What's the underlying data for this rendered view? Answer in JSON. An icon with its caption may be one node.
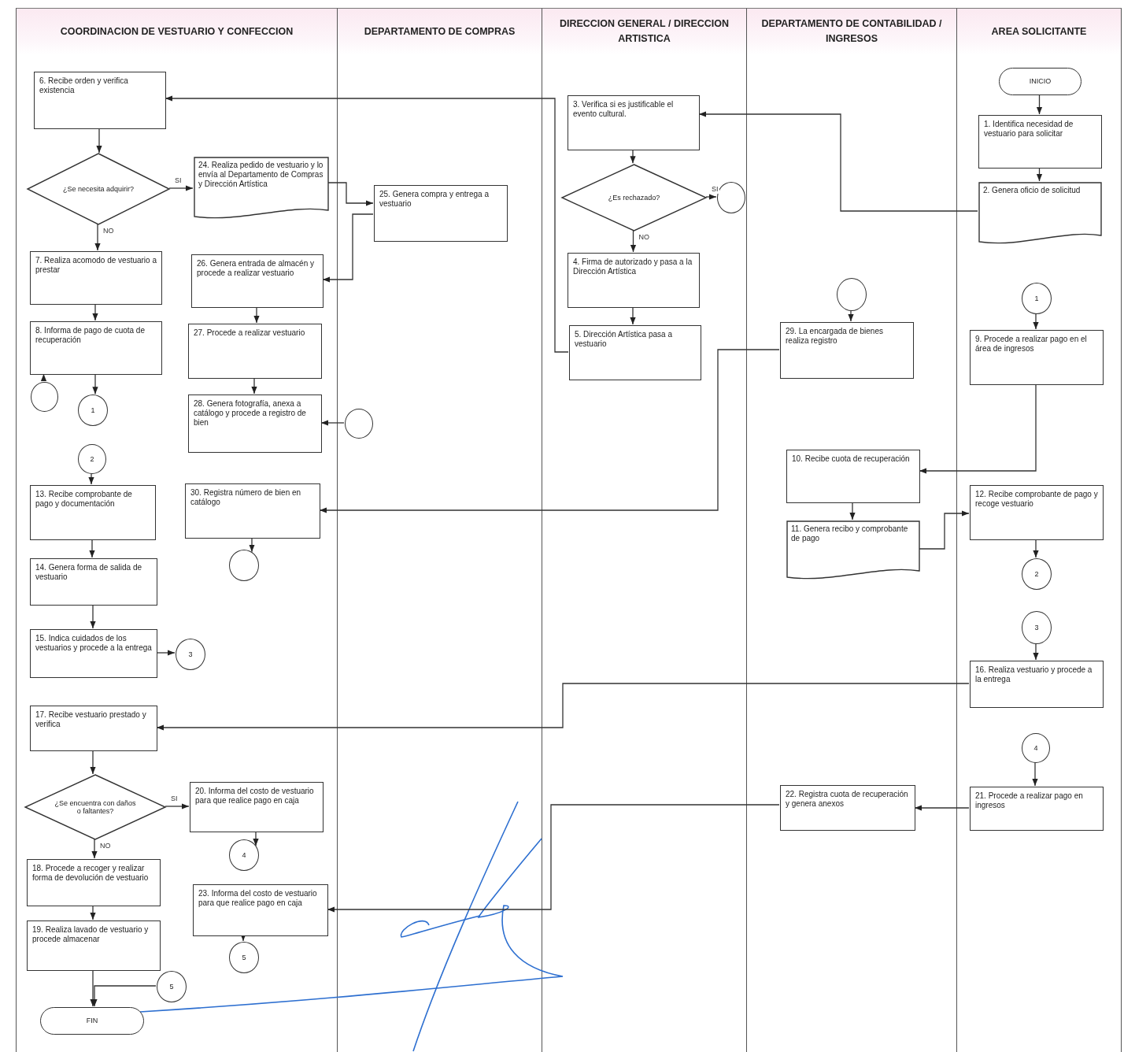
{
  "diagram": {
    "nodes": [
      {
        "text": [
          "COORDINACION DE VESTUARIO Y CONFECCION"
        ]
      },
      {
        "text": [
          "DEPARTAMENTO DE COMPRAS"
        ]
      },
      {
        "text": [
          "DIRECCION GENERAL / DIRECCION ARTISTICA"
        ]
      },
      {
        "text": [
          "DEPARTAMENTO DE CONTABILIDAD / INGRESOS"
        ]
      },
      {
        "text": [
          "AREA SOLICITANTE"
        ]
      },
      {
        "text": [
          "INICIO"
        ],
        "in": 4
      },
      {
        "text": [
          "1. Identifica necesidad de vestuario para solicitar"
        ],
        "in": 4
      },
      {
        "text": [
          "2. Genera oficio de solicitud"
        ],
        "in": 4
      },
      {
        "text": [
          "3. Verifica si es justificable el evento cultural."
        ],
        "in": 2
      },
      {
        "text": [
          "¿Es rechazado?"
        ],
        "in": 2
      },
      {
        "text": [],
        "shape": "circle",
        "in": 2
      },
      {
        "text": [
          "4. Firma de autorizado y pasa a la Dirección Artística"
        ],
        "in": 2
      },
      {
        "text": [
          "5. Dirección Artística pasa a vestuario"
        ],
        "in": 2
      },
      {
        "text": [
          "6. Recibe orden y verifica existencia"
        ],
        "in": 0
      },
      {
        "text": [
          "¿Se necesita adquirir?"
        ],
        "in": 0
      },
      {
        "text": [
          "24. Realiza pedido de vestuario y lo envía al Departamento de Compras y Dirección Artística"
        ],
        "in": 0
      },
      {
        "text": [
          "25. Genera compra y entrega a vestuario"
        ],
        "in": 1
      },
      {
        "text": [
          "7. Realiza acomodo de vestuario a prestar"
        ],
        "in": 0
      },
      {
        "text": [
          "26. Genera entrada de almacén y procede a realizar vestuario"
        ],
        "in": 0
      },
      {
        "text": [
          "8. Informa de pago de cuota de recuperación"
        ],
        "in": 0
      },
      {
        "text": [
          "27. Procede a realizar vestuario"
        ],
        "in": 0
      },
      {
        "text": [],
        "shape": "circle",
        "in": 0
      },
      {
        "text": [
          "1"
        ],
        "in": 0
      },
      {
        "text": [
          "28. Genera fotografía, anexa a catálogo y procede a registro de bien"
        ],
        "in": 0
      },
      {
        "text": [],
        "shape": "circle",
        "in": 1
      },
      {
        "text": [
          "2"
        ],
        "in": 0
      },
      {
        "text": [
          "13. Recibe comprobante de pago y documentación"
        ],
        "in": 0
      },
      {
        "text": [
          "30. Registra número de bien en catálogo"
        ],
        "in": 0
      },
      {
        "text": [],
        "shape": "circle",
        "in": 0
      },
      {
        "text": [
          "14. Genera forma de salida de vestuario"
        ],
        "in": 0
      },
      {
        "text": [
          "15. Indica cuidados de los vestuarios y procede a la entrega"
        ],
        "in": 0
      },
      {
        "text": [
          "3"
        ],
        "in": 0
      },
      {
        "text": [
          "17. Recibe vestuario prestado y verifica"
        ],
        "in": 0
      },
      {
        "text": [
          "¿Se encuentra con daños o faltantes?"
        ],
        "in": 0
      },
      {
        "text": [
          "20. Informa del costo de vestuario para que realice pago en caja"
        ],
        "in": 0
      },
      {
        "text": [
          "4"
        ],
        "in": 0
      },
      {
        "text": [
          "18. Procede a recoger y realizar forma de devolución de vestuario"
        ],
        "in": 0
      },
      {
        "text": [
          "23. Informa del costo de vestuario para que realice pago en caja"
        ],
        "in": 0
      },
      {
        "text": [
          "19. Realiza lavado de vestuario y procede almacenar"
        ],
        "in": 0
      },
      {
        "text": [
          "5"
        ],
        "in": 0
      },
      {
        "text": [
          "5"
        ],
        "in": 0
      },
      {
        "text": [
          "FIN"
        ],
        "in": 0
      },
      {
        "text": [],
        "shape": "circle",
        "in": 3
      },
      {
        "text": [
          "29. La encargada de bienes realiza registro"
        ],
        "in": 3
      },
      {
        "text": [
          "10. Recibe cuota de recuperación"
        ],
        "in": 3
      },
      {
        "text": [
          "11. Genera recibo y comprobante de pago"
        ],
        "in": 3
      },
      {
        "text": [
          "22. Registra cuota de recuperación y genera anexos"
        ],
        "in": 3
      },
      {
        "text": [
          "1"
        ],
        "in": 4
      },
      {
        "text": [
          "9. Procede a realizar pago en el área de ingresos"
        ],
        "in": 4
      },
      {
        "text": [
          "12. Recibe comprobante de pago y recoge vestuario"
        ],
        "in": 4
      },
      {
        "text": [
          "2"
        ],
        "in": 4
      },
      {
        "text": [
          "3"
        ],
        "in": 4
      },
      {
        "text": [
          "16. Realiza vestuario y procede a la entrega"
        ],
        "in": 4
      },
      {
        "text": [
          "4"
        ],
        "in": 4
      },
      {
        "text": [
          "21. Procede a realizar pago en ingresos"
        ],
        "in": 4
      }
    ],
    "edges": [
      {
        "from": 5,
        "to": 6,
        "arrow": "to"
      },
      {
        "from": 6,
        "to": 7,
        "arrow": "to"
      },
      {
        "from": 7,
        "to": 8,
        "arrow": "to"
      },
      {
        "from": 8,
        "to": 9,
        "arrow": "to"
      },
      {
        "from": 9,
        "to": 10,
        "arrow": "to",
        "label": "SI"
      },
      {
        "from": 9,
        "to": 11,
        "arrow": "to",
        "label": "NO"
      },
      {
        "from": 11,
        "to": 12,
        "arrow": "to"
      },
      {
        "from": 12,
        "to": 13,
        "arrow": "to"
      },
      {
        "from": 13,
        "to": 14,
        "arrow": "to"
      },
      {
        "from": 14,
        "to": 15,
        "arrow": "to",
        "label": "SI"
      },
      {
        "from": 14,
        "to": 17,
        "arrow": "to",
        "label": "NO"
      },
      {
        "from": 15,
        "to": 16,
        "arrow": "to"
      },
      {
        "from": 16,
        "to": 18,
        "arrow": "to"
      },
      {
        "from": 17,
        "to": 19,
        "arrow": "to"
      },
      {
        "from": 19,
        "to": 22,
        "arrow": "to"
      },
      {
        "from": 21,
        "to": 19,
        "arrow": "to"
      },
      {
        "from": 18,
        "to": 20,
        "arrow": "to"
      },
      {
        "from": 20,
        "to": 23,
        "arrow": "to"
      },
      {
        "from": 24,
        "to": 23,
        "arrow": "to"
      },
      {
        "from": 43,
        "to": 27,
        "arrow": "to"
      },
      {
        "from": 27,
        "to": 28,
        "arrow": "to"
      },
      {
        "from": 42,
        "to": 43,
        "arrow": "to"
      },
      {
        "from": 25,
        "to": 26,
        "arrow": "to"
      },
      {
        "from": 26,
        "to": 29,
        "arrow": "to"
      },
      {
        "from": 29,
        "to": 30,
        "arrow": "to"
      },
      {
        "from": 30,
        "to": 31,
        "arrow": "to"
      },
      {
        "from": 52,
        "to": 32,
        "arrow": "to"
      },
      {
        "from": 32,
        "to": 33,
        "arrow": "to"
      },
      {
        "from": 33,
        "to": 34,
        "arrow": "to",
        "label": "SI"
      },
      {
        "from": 33,
        "to": 36,
        "arrow": "to",
        "label": "NO"
      },
      {
        "from": 34,
        "to": 35,
        "arrow": "to"
      },
      {
        "from": 36,
        "to": 38,
        "arrow": "to"
      },
      {
        "from": 46,
        "to": 37,
        "arrow": "to"
      },
      {
        "from": 37,
        "to": 39,
        "arrow": "to"
      },
      {
        "from": 38,
        "to": 41,
        "arrow": "to"
      },
      {
        "from": 40,
        "to": 41,
        "arrow": "to"
      },
      {
        "from": 47,
        "to": 48,
        "arrow": "to"
      },
      {
        "from": 48,
        "to": 44,
        "arrow": "to"
      },
      {
        "from": 44,
        "to": 45,
        "arrow": "to"
      },
      {
        "from": 45,
        "to": 49,
        "arrow": "to"
      },
      {
        "from": 49,
        "to": 50,
        "arrow": "to"
      },
      {
        "from": 51,
        "to": 52,
        "arrow": "to"
      },
      {
        "from": 53,
        "to": 54,
        "arrow": "to"
      },
      {
        "from": 54,
        "to": 46,
        "arrow": "to"
      }
    ]
  }
}
